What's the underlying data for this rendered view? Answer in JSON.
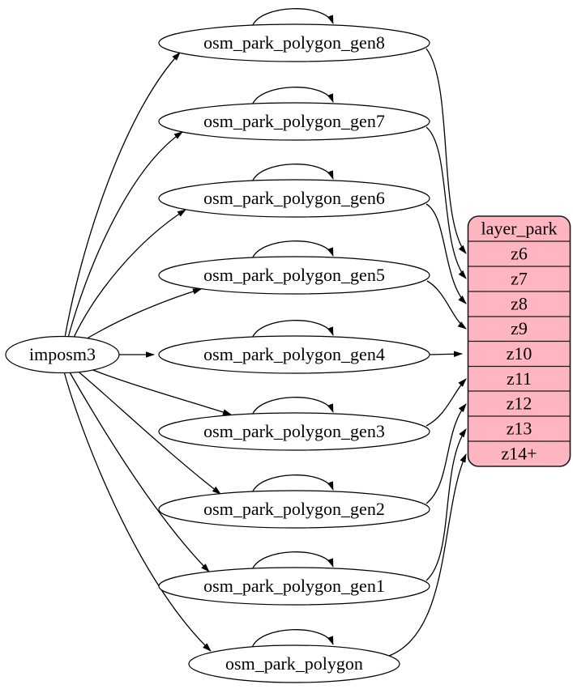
{
  "diagram": {
    "type": "graphviz-dependency-graph",
    "background": "#ffffff",
    "colors": {
      "layer_fill": "#ffb6c1",
      "node_fill": "#ffffff",
      "stroke": "#000000"
    },
    "source_node": {
      "label": "imposm3"
    },
    "table_nodes": [
      {
        "label": "osm_park_polygon_gen8"
      },
      {
        "label": "osm_park_polygon_gen7"
      },
      {
        "label": "osm_park_polygon_gen6"
      },
      {
        "label": "osm_park_polygon_gen5"
      },
      {
        "label": "osm_park_polygon_gen4"
      },
      {
        "label": "osm_park_polygon_gen3"
      },
      {
        "label": "osm_park_polygon_gen2"
      },
      {
        "label": "osm_park_polygon_gen1"
      },
      {
        "label": "osm_park_polygon"
      }
    ],
    "layer_node": {
      "title": "layer_park",
      "rows": [
        "z6",
        "z7",
        "z8",
        "z9",
        "z10",
        "z11",
        "z12",
        "z13",
        "z14+"
      ]
    },
    "edges": [
      {
        "from": "imposm3",
        "to": "osm_park_polygon_gen8"
      },
      {
        "from": "imposm3",
        "to": "osm_park_polygon_gen7"
      },
      {
        "from": "imposm3",
        "to": "osm_park_polygon_gen6"
      },
      {
        "from": "imposm3",
        "to": "osm_park_polygon_gen5"
      },
      {
        "from": "imposm3",
        "to": "osm_park_polygon_gen4"
      },
      {
        "from": "imposm3",
        "to": "osm_park_polygon_gen3"
      },
      {
        "from": "imposm3",
        "to": "osm_park_polygon_gen2"
      },
      {
        "from": "imposm3",
        "to": "osm_park_polygon_gen1"
      },
      {
        "from": "imposm3",
        "to": "osm_park_polygon"
      },
      {
        "from": "osm_park_polygon_gen8",
        "to": "osm_park_polygon_gen8",
        "type": "self-loop"
      },
      {
        "from": "osm_park_polygon_gen7",
        "to": "osm_park_polygon_gen7",
        "type": "self-loop"
      },
      {
        "from": "osm_park_polygon_gen6",
        "to": "osm_park_polygon_gen6",
        "type": "self-loop"
      },
      {
        "from": "osm_park_polygon_gen5",
        "to": "osm_park_polygon_gen5",
        "type": "self-loop"
      },
      {
        "from": "osm_park_polygon_gen4",
        "to": "osm_park_polygon_gen4",
        "type": "self-loop"
      },
      {
        "from": "osm_park_polygon_gen3",
        "to": "osm_park_polygon_gen3",
        "type": "self-loop"
      },
      {
        "from": "osm_park_polygon_gen2",
        "to": "osm_park_polygon_gen2",
        "type": "self-loop"
      },
      {
        "from": "osm_park_polygon_gen1",
        "to": "osm_park_polygon_gen1",
        "type": "self-loop"
      },
      {
        "from": "osm_park_polygon",
        "to": "osm_park_polygon",
        "type": "self-loop"
      },
      {
        "from": "osm_park_polygon_gen8",
        "to": "layer_park:z6"
      },
      {
        "from": "osm_park_polygon_gen7",
        "to": "layer_park:z7"
      },
      {
        "from": "osm_park_polygon_gen6",
        "to": "layer_park:z8"
      },
      {
        "from": "osm_park_polygon_gen5",
        "to": "layer_park:z9"
      },
      {
        "from": "osm_park_polygon_gen4",
        "to": "layer_park:z10"
      },
      {
        "from": "osm_park_polygon_gen3",
        "to": "layer_park:z11"
      },
      {
        "from": "osm_park_polygon_gen2",
        "to": "layer_park:z12"
      },
      {
        "from": "osm_park_polygon_gen1",
        "to": "layer_park:z13"
      },
      {
        "from": "osm_park_polygon",
        "to": "layer_park:z14+"
      }
    ]
  }
}
